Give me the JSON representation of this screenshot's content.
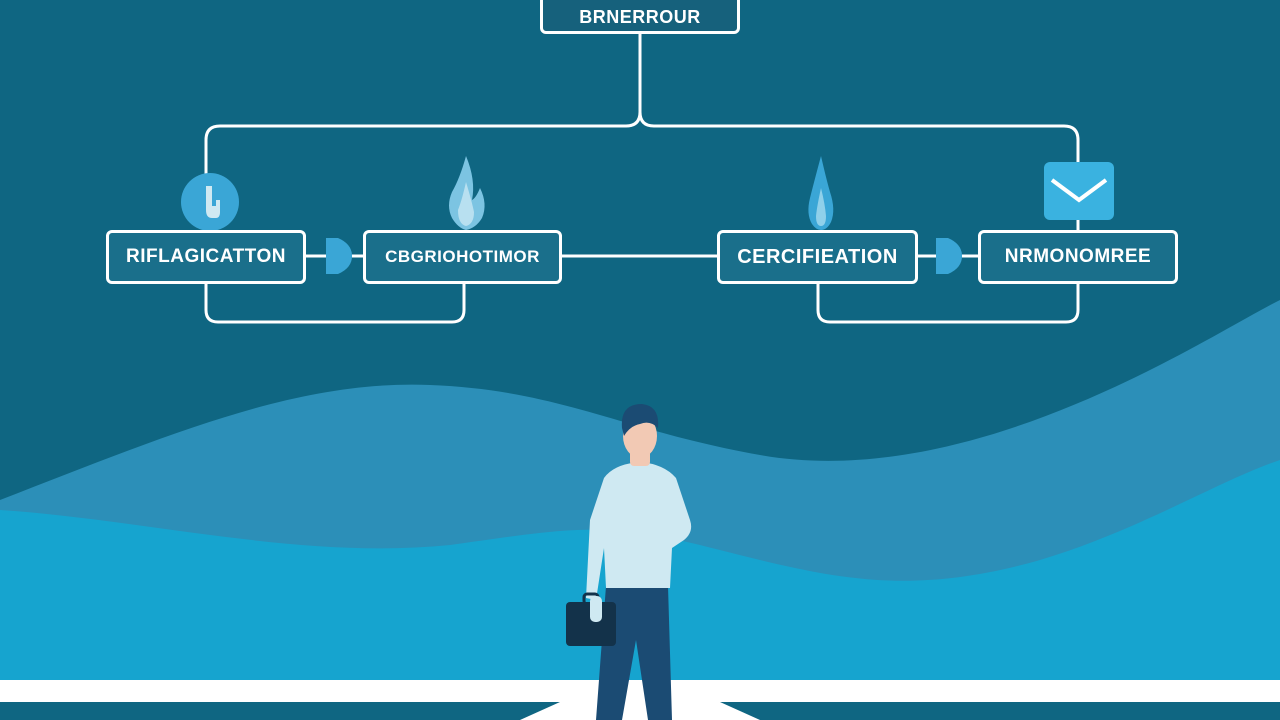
{
  "diagram": {
    "root_label": "BRNERROUR",
    "nodes": [
      {
        "label": "RIFLAGICATTON"
      },
      {
        "label": "CBGRIOHOTIMOR"
      },
      {
        "label": "CERCIFIEATION"
      },
      {
        "label": "NRMONOMREE"
      }
    ],
    "icons": [
      "hand-icon",
      "flame-icon",
      "flame-icon",
      "mail-icon"
    ]
  },
  "colors": {
    "background": "#0f6682",
    "wave_back": "#2c8fb8",
    "wave_front": "#16a4cf",
    "line": "#ffffff",
    "accent": "#3aa6d6"
  }
}
